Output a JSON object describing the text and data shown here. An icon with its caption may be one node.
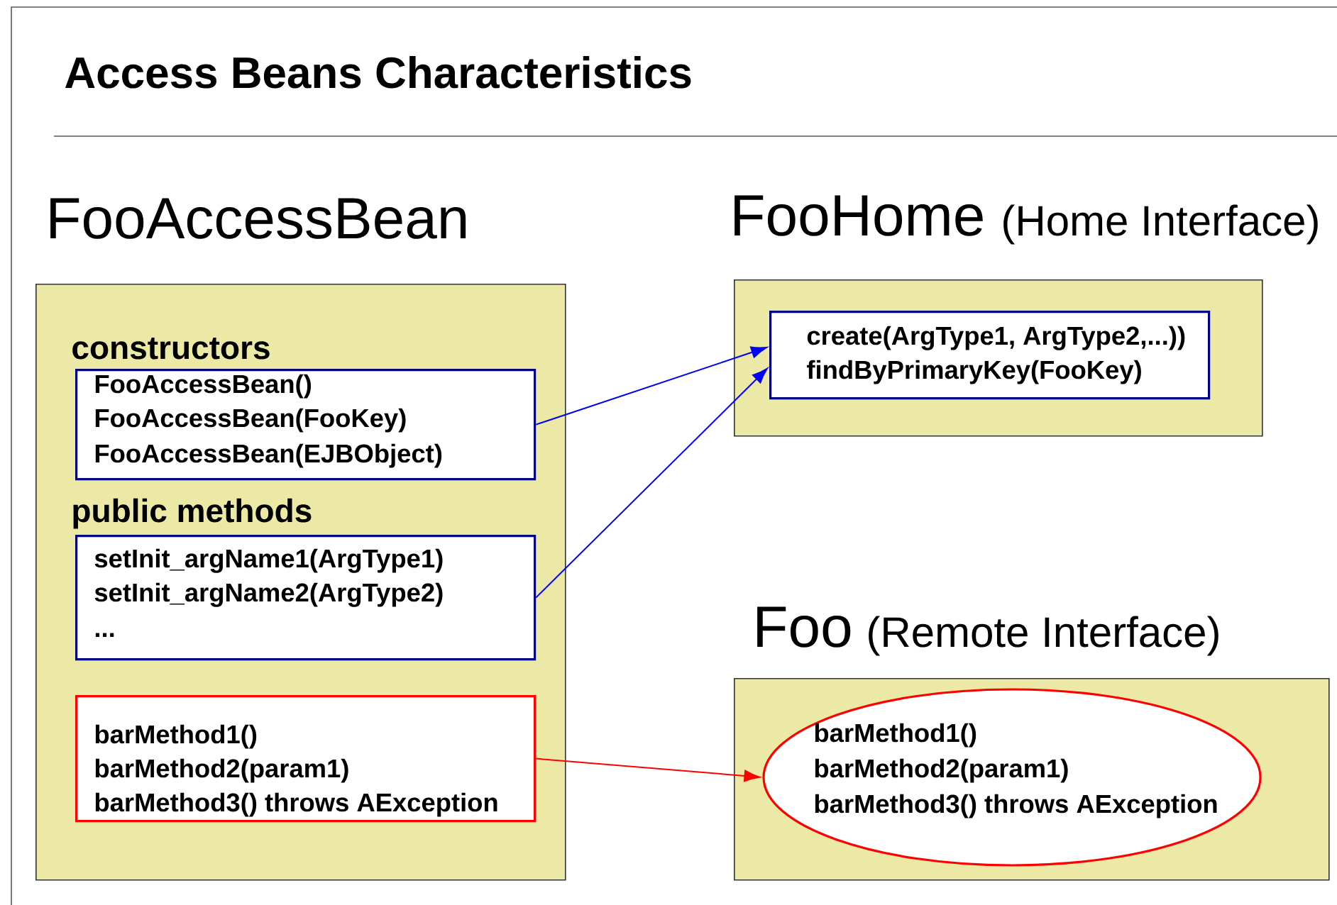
{
  "diagram": {
    "title": "Access Beans Characteristics",
    "nodes": [
      {
        "text": [
          "FooAccessBean",
          "constructors",
          "public methods"
        ]
      },
      {
        "text": [
          "FooAccessBean()",
          "FooAccessBean(FooKey)",
          "FooAccessBean(EJBObject)"
        ],
        "in": 0
      },
      {
        "text": [
          "setInit_argName1(ArgType1)",
          "setInit_argName2(ArgType2)",
          "..."
        ],
        "in": 0
      },
      {
        "text": [
          "barMethod1()",
          "barMethod2(param1)",
          "barMethod3() throws AException"
        ],
        "in": 0
      },
      {
        "text": [
          "FooHome",
          "(Home Interface)"
        ]
      },
      {
        "text": [
          "create(ArgType1, ArgType2,...))",
          "findByPrimaryKey(FooKey)"
        ],
        "in": 4
      },
      {
        "text": [
          "Foo",
          "(Remote Interface)"
        ]
      },
      {
        "text": [
          "barMethod1()",
          "barMethod2(param1)",
          "barMethod3() throws AException"
        ],
        "in": 6
      }
    ],
    "edges": [
      {
        "from": 1,
        "to": 5,
        "arrow": "to",
        "color": "#0000ff"
      },
      {
        "from": 2,
        "to": 5,
        "arrow": "to",
        "color": "#0000ff"
      },
      {
        "from": 3,
        "to": 7,
        "arrow": "to",
        "color": "#ff0000"
      }
    ]
  }
}
